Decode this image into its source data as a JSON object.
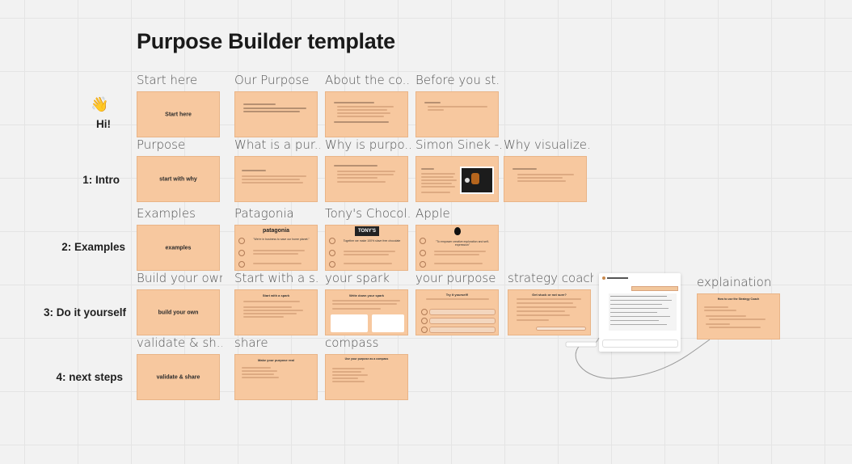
{
  "board": {
    "title": "Purpose Builder template",
    "wave_emoji": "👋"
  },
  "rows": [
    {
      "label": "Hi!"
    },
    {
      "label": "1: Intro"
    },
    {
      "label": "2: Examples"
    },
    {
      "label": "3: Do it yourself"
    },
    {
      "label": "4: next steps"
    }
  ],
  "frames": {
    "start_here": {
      "name": "Start here",
      "text": "Start here"
    },
    "our_purpose": {
      "name": "Our Purpose"
    },
    "about": {
      "name": "About the co..."
    },
    "before": {
      "name": "Before you st..."
    },
    "purpose": {
      "name": "Purpose",
      "text": "start with why"
    },
    "what_is": {
      "name": "What is a pur..."
    },
    "why_purpose": {
      "name": "Why is purpo..."
    },
    "sinek": {
      "name": "Simon Sinek -..."
    },
    "why_visualize": {
      "name": "Why visualize..."
    },
    "examples": {
      "name": "Examples",
      "text": "examples"
    },
    "patagonia": {
      "name": "Patagonia",
      "logo": "patagonia",
      "quote": "\"We're in business to save our home planet.\""
    },
    "tonys": {
      "name": "Tony's Chocol...",
      "logo": "TONY'S",
      "quote": "Together we make 100% slave free chocolate"
    },
    "apple": {
      "name": "Apple",
      "logo": "",
      "quote": "\"To empower creative exploration and self-expression\""
    },
    "build": {
      "name": "Build your own",
      "text": "build your own"
    },
    "start_spark": {
      "name": "Start with a s...",
      "heading": "Start with a spark"
    },
    "your_spark": {
      "name": "your spark",
      "heading": "Write down your spark"
    },
    "your_purpose": {
      "name": "your purpose",
      "heading": "Try it yourself!"
    },
    "strategy": {
      "name": "strategy coach",
      "heading": "Get stuck or not sure?"
    },
    "explain": {
      "name": "explaination",
      "heading": "How to use the Strategy Coach"
    },
    "validate": {
      "name": "validate & sh...",
      "text": "validate & share"
    },
    "share": {
      "name": "share",
      "heading": "Make your purpose real"
    },
    "compass": {
      "name": "compass",
      "heading": "Use your purpose as a compass"
    }
  },
  "colors": {
    "frame_fill": "#f7c89f",
    "frame_border": "#e9b487",
    "canvas": "#f2f2f2",
    "grid": "#e4e4e4"
  }
}
